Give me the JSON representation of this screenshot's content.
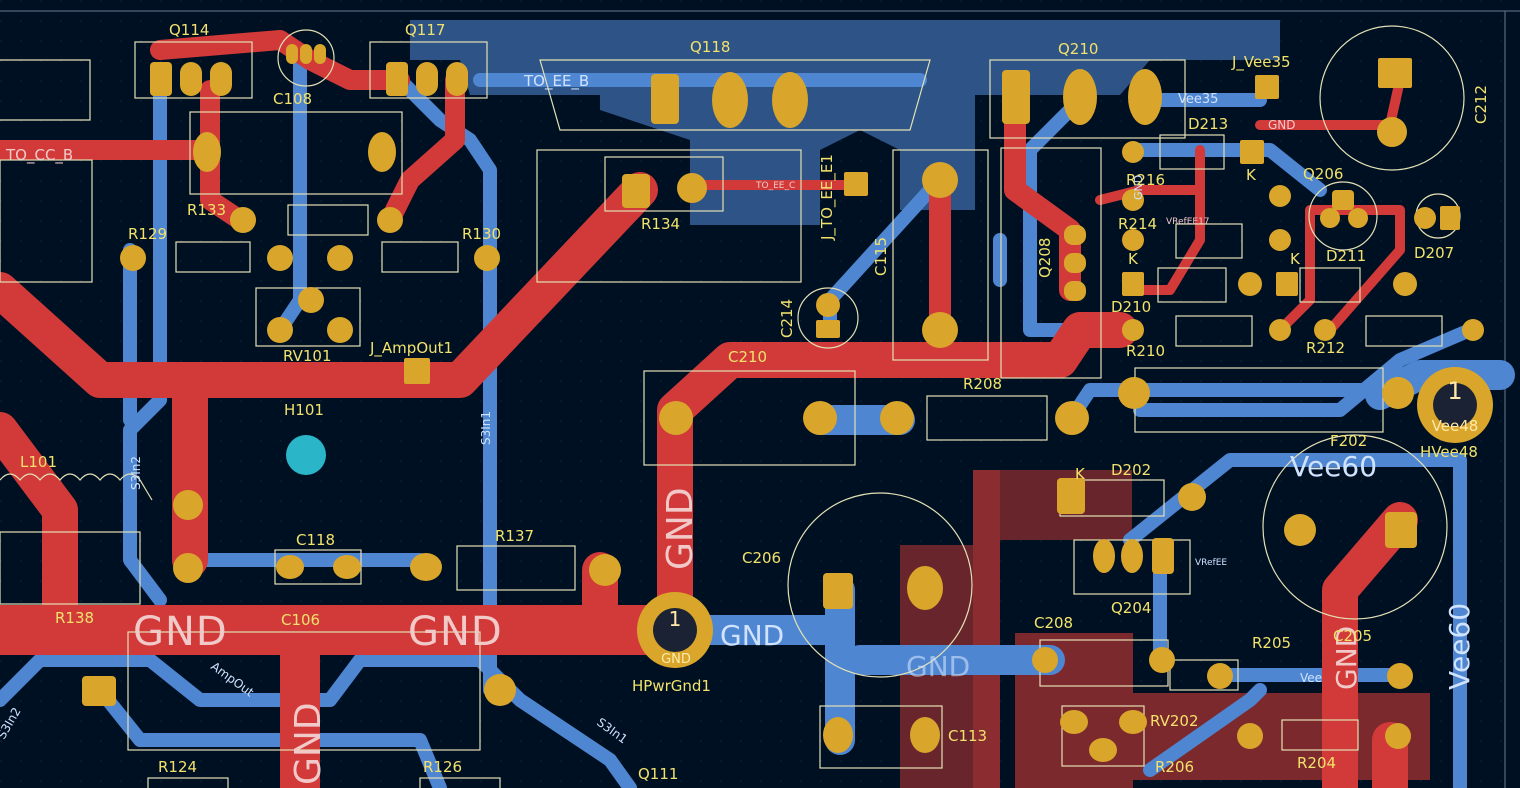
{
  "references": {
    "Q114": "Q114",
    "Q117": "Q117",
    "Q118": "Q118",
    "Q210": "Q210",
    "J_Vee35": "J_Vee35",
    "C212": "C212",
    "C108": "C108",
    "D213": "D213",
    "R216": "R216",
    "Q206": "Q206",
    "R133": "R133",
    "R134": "R134",
    "J_TO_EE_E1": "J_TO_EE_E1",
    "R129": "R129",
    "R130": "R130",
    "R214": "R214",
    "Q208": "Q208",
    "D211": "D211",
    "D207": "D207",
    "C115": "C115",
    "C214": "C214",
    "RV101": "RV101",
    "J_AmpOut1": "J_AmpOut1",
    "D210": "D210",
    "R210": "R210",
    "R212": "R212",
    "C210": "C210",
    "R208": "R208",
    "H101": "H101",
    "HVee48": "HVee48",
    "F202": "F202",
    "L101": "L101",
    "D202": "D202",
    "C206": "C206",
    "C118": "C118",
    "R137": "R137",
    "Q204": "Q204",
    "R138": "R138",
    "C106": "C106",
    "HPwrGnd1": "HPwrGnd1",
    "C208": "C208",
    "R205": "R205",
    "C205": "C205",
    "C113": "C113",
    "RV202": "RV202",
    "R124": "R124",
    "R126": "R126",
    "Q111": "Q111",
    "R206": "R206",
    "R204": "R204"
  },
  "nets": {
    "TO_EE_B": "TO_EE_B",
    "TO_CC_B": "TO_CC_B",
    "Vee35": "Vee35",
    "GND": "GND",
    "Vee60": "Vee60",
    "S3In1": "S3In1",
    "S3In2": "S3In2",
    "AmpOut": "AmpOut",
    "VRefEE": "VRefEE",
    "VRefEE17": "VRefEE17",
    "TO_EE_C": "TO_EE_C",
    "Vee48": "Vee48",
    "Vee": "Vee"
  },
  "pad_labels": {
    "K": "K",
    "pin1": "1"
  },
  "colors": {
    "background": "#001023",
    "front_copper": "#d13a38",
    "back_copper": "#4f86d1",
    "pad": "#d9a62b",
    "silkscreen": "#f2e26b",
    "fab_outline": "#e4e0b4",
    "mounting_hole": "#2ab6c8",
    "zone_fill": "#7a2a2e"
  }
}
